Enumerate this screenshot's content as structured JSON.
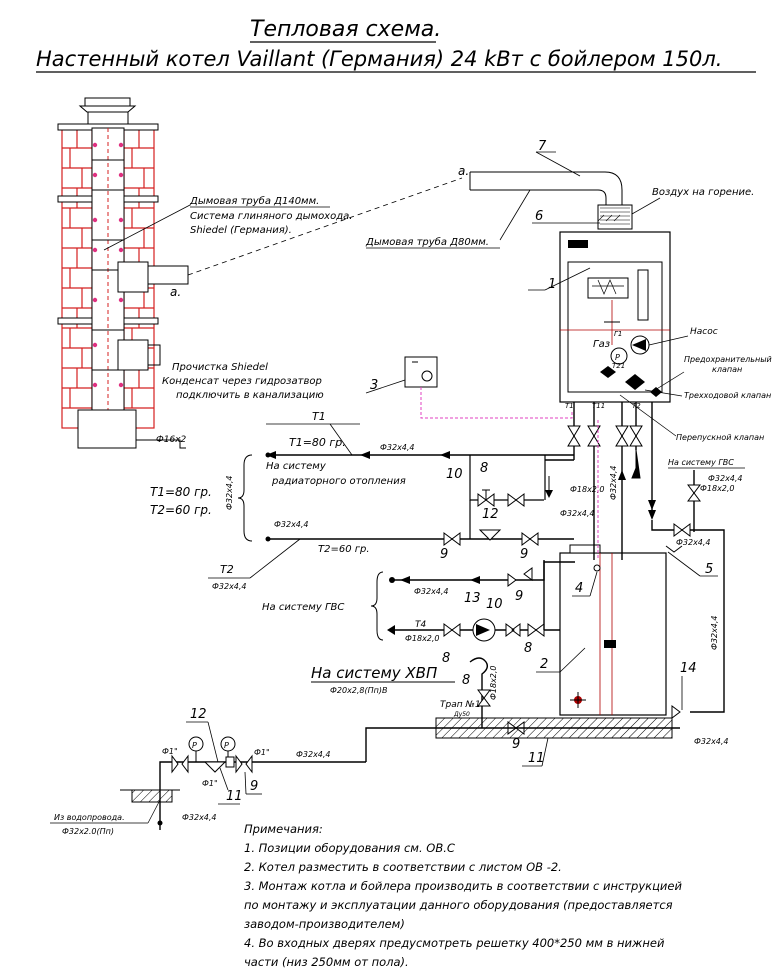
{
  "title": {
    "line1": "Тепловая схема.",
    "line2": "Настенный котел Vaillant (Германия) 24 kВт с бойлером 150л."
  },
  "labels": {
    "a_top": "а.",
    "a_left": "а.",
    "smoke_pipe_main": "Дымовая труба Д140мм.",
    "chimney_system": "Система глиняного дымохода.",
    "shiedel": "Shiedel (Германия).",
    "smoke_pipe_80": "Дымовая труба Д80мм.",
    "air_combustion": "Воздух на горение.",
    "cleaning": "Прочистка Shiedel",
    "condensate1": "Конденсат через гидрозатвор",
    "condensate2": "подключить в канализацию",
    "pipe_16x2": "Ф16х2",
    "gas": "Газ",
    "pump": "Насос",
    "safety_valve1": "Предохранительный",
    "safety_valve2": "клапан",
    "three_way_valve": "Трехходовой клапан",
    "bypass_valve": "Перепускной клапан",
    "t1_label": "Т1",
    "t1_temp": "Т1=80 гр.",
    "t1_eq": "Т1=80 гр.",
    "t2_eq": "Т2=60 гр.",
    "t2_temp": "Т2=60 гр.",
    "t2_label": "Т2",
    "heating_system1": "На систему",
    "heating_system2": "радиаторного отопления",
    "dhw_system_right": "На систему ГВС",
    "dhw_system_left": "На систему ГВС",
    "cold_water_system": "На систему ХВП",
    "pipe_cold": "Ф20х2,8(Пп)В",
    "drain": "Трап №1",
    "drain_sub": "Ду50",
    "from_water_supply": "Из водопровода.",
    "pipe_supply": "Ф32х2.0(Пп)",
    "t4": "Т4",
    "t11": "Т11",
    "t1_small": "Т1",
    "t2_small": "Т2",
    "t21": "Т21",
    "p": "Р"
  },
  "pipes": {
    "p32": "Ф32х4,4",
    "p18": "Ф18х2,0",
    "p1in": "Ф1\""
  },
  "numbers": {
    "n1": "1",
    "n2": "2",
    "n3": "3",
    "n4": "4",
    "n5": "5",
    "n6": "6",
    "n7": "7",
    "n8": "8",
    "n9": "9",
    "n10": "10",
    "n11": "11",
    "n12": "12",
    "n13": "13",
    "n14": "14"
  },
  "notes": {
    "heading": "Примечания:",
    "l1": "1. Позиции оборудования см. ОВ.С",
    "l2": "2. Котел разместить в соответствии с листом ОВ -2.",
    "l3": "3. Монтаж котла и бойлера производить в соответствии с инструкцией",
    "l4": "по монтажу и эксплуатации данного оборудования (предоставляется",
    "l5": "заводом-производителем)",
    "l6": "4. Во входных дверях предусмотреть решетку 400*250 мм в нижней",
    "l7": "части (низ 250мм от пола)."
  },
  "colors": {
    "line": "#000000",
    "brick": "#d42020",
    "control_dashed": "#e040c0",
    "hot_line": "#b00000"
  }
}
